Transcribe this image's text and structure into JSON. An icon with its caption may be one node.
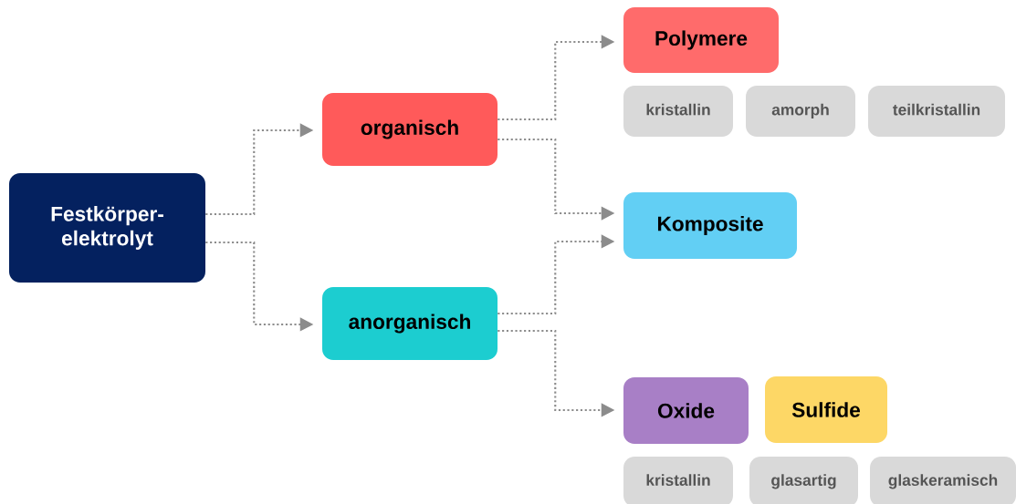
{
  "diagram": {
    "nodes": [
      {
        "text": [
          "Festkörper- elektrolyt"
        ]
      },
      {
        "text": [
          "organisch"
        ]
      },
      {
        "text": [
          "anorganisch"
        ]
      },
      {
        "text": [
          "Polymere"
        ]
      },
      {
        "text": [
          "kristallin"
        ]
      },
      {
        "text": [
          "amorph"
        ]
      },
      {
        "text": [
          "teilkristallin"
        ]
      },
      {
        "text": [
          "Komposite"
        ]
      },
      {
        "text": [
          "Oxide"
        ]
      },
      {
        "text": [
          "Sulfide"
        ]
      },
      {
        "text": [
          "kristallin"
        ]
      },
      {
        "text": [
          "glasartig"
        ]
      },
      {
        "text": [
          "glaskeramisch"
        ]
      }
    ],
    "edges": [
      {
        "from": 0,
        "to": 1,
        "arrow": "to"
      },
      {
        "from": 0,
        "to": 2,
        "arrow": "to"
      },
      {
        "from": 1,
        "to": 3,
        "arrow": "to"
      },
      {
        "from": 1,
        "to": 7,
        "arrow": "to"
      },
      {
        "from": 2,
        "to": 7,
        "arrow": "to"
      },
      {
        "from": 2,
        "to": 8,
        "arrow": "to"
      }
    ]
  }
}
